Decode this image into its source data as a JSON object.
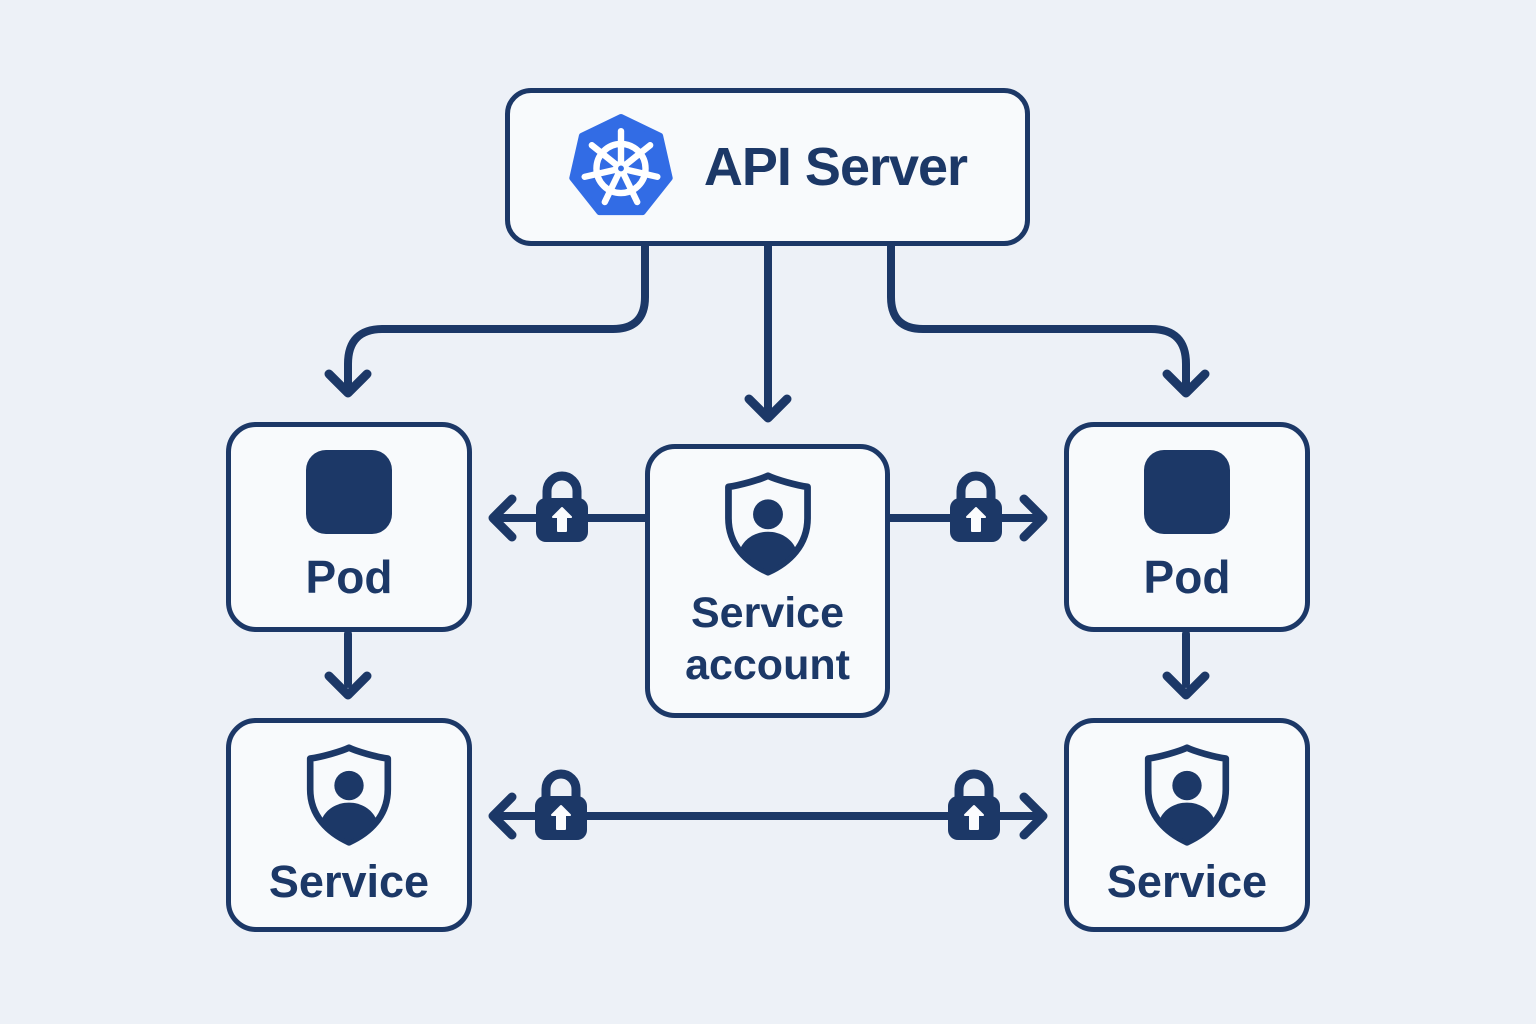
{
  "palette": {
    "background": "#edf1f7",
    "box_fill": "#f8fafc",
    "navy": "#1c3867",
    "kubernetes_blue": "#326ce5",
    "keyhole_white": "#fbfcfe"
  },
  "nodes": {
    "api_server": {
      "label": "API Server",
      "icon": "kubernetes-helm-logo"
    },
    "pod_left": {
      "label": "Pod",
      "icon": "container-square"
    },
    "pod_right": {
      "label": "Pod",
      "icon": "container-square"
    },
    "service_account": {
      "label_line1": "Service",
      "label_line2": "account",
      "icon": "shield-user"
    },
    "service_left": {
      "label": "Service",
      "icon": "shield-user"
    },
    "service_right": {
      "label": "Service",
      "icon": "shield-user"
    }
  },
  "edges": [
    {
      "from": "api_server",
      "to": "pod_left",
      "style": "arrow"
    },
    {
      "from": "api_server",
      "to": "service_account",
      "style": "arrow"
    },
    {
      "from": "api_server",
      "to": "pod_right",
      "style": "arrow"
    },
    {
      "from": "service_account",
      "to": "pod_left",
      "style": "arrow",
      "secured": true
    },
    {
      "from": "service_account",
      "to": "pod_right",
      "style": "arrow",
      "secured": true
    },
    {
      "from": "pod_left",
      "to": "service_left",
      "style": "arrow"
    },
    {
      "from": "pod_right",
      "to": "service_right",
      "style": "arrow"
    },
    {
      "from": "service_left",
      "to": "service_right",
      "style": "double-arrow",
      "secured": true
    }
  ]
}
